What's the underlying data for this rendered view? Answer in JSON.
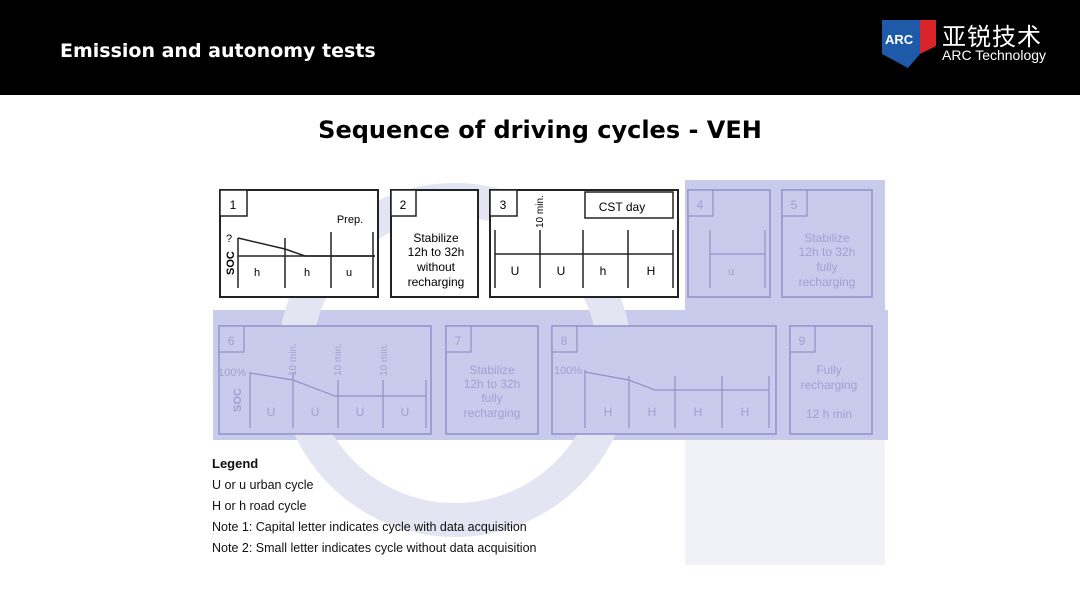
{
  "header": {
    "title": "Emission and autonomy tests",
    "logo_text": "ARC",
    "brand_cn": "亚锐技术",
    "brand_en": "ARC Technology"
  },
  "page_title": "Sequence of driving cycles - VEH",
  "colors": {
    "header_bg": "#000000",
    "logo_blue": "#1e5aa8",
    "logo_red": "#d9252a",
    "faded_fill": "#c9cbec",
    "faded_stroke": "#8f92c9",
    "faded_text": "#9ea1d2"
  },
  "boxes": {
    "b1": {
      "num": "1",
      "prep": "Prep.",
      "q": "?",
      "soc": "SOC",
      "cells": [
        "h",
        "h",
        "u"
      ]
    },
    "b2": {
      "num": "2",
      "lines": [
        "Stabilize",
        "12h to 32h",
        "without",
        "recharging"
      ]
    },
    "b3": {
      "num": "3",
      "tenmin": "10 min.",
      "cst": "CST day",
      "cells": [
        "U",
        "U",
        "h",
        "H"
      ]
    },
    "b4": {
      "num": "4",
      "cell": "u"
    },
    "b5": {
      "num": "5",
      "lines": [
        "Stabilize",
        "12h to 32h",
        "fully",
        "recharging"
      ]
    },
    "b6": {
      "num": "6",
      "pct": "100%",
      "soc": "SOC",
      "tenmin": [
        "10 min.",
        "10 min.",
        "10 min."
      ],
      "cells": [
        "U",
        "U",
        "U",
        "U"
      ]
    },
    "b7": {
      "num": "7",
      "lines": [
        "Stabilize",
        "12h to 32h",
        "fully",
        "recharging"
      ]
    },
    "b8": {
      "num": "8",
      "pct": "100%",
      "cells": [
        "H",
        "H",
        "H",
        "H"
      ]
    },
    "b9": {
      "num": "9",
      "lines": [
        "Fully",
        "recharging",
        "12 h min"
      ]
    }
  },
  "legend": {
    "title": "Legend",
    "items": [
      "U or u urban cycle",
      "H or h road cycle",
      "Note 1: Capital letter indicates cycle with  data acquisition",
      "Note 2: Small letter indicates cycle without  data acquisition"
    ]
  }
}
